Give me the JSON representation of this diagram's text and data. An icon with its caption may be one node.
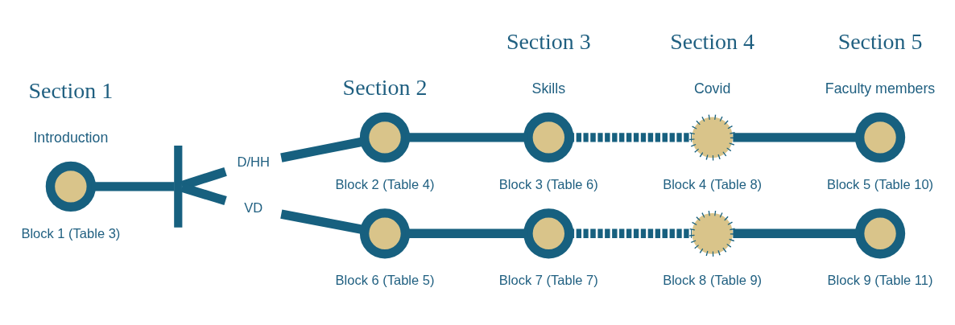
{
  "diagram": {
    "nodes": [
      {
        "text": [],
        "shape": "circle",
        "beside": [
          "Block 1 (Table 3)"
        ]
      },
      {
        "text": [],
        "shape": "bar"
      },
      {
        "text": [
          "D/HH"
        ]
      },
      {
        "text": [
          "VD"
        ]
      },
      {
        "text": [],
        "shape": "circle",
        "beside": [
          "Block 2 (Table 4)"
        ]
      },
      {
        "text": [],
        "shape": "circle",
        "beside": [
          "Block 3 (Table 6)"
        ]
      },
      {
        "text": [],
        "shape": "circle",
        "beside": [
          "Block 4 (Table 8)"
        ]
      },
      {
        "text": [],
        "shape": "circle",
        "beside": [
          "Block 5 (Table 10)"
        ]
      },
      {
        "text": [],
        "shape": "circle",
        "beside": [
          "Block 6 (Table 5)"
        ]
      },
      {
        "text": [],
        "shape": "circle",
        "beside": [
          "Block 7 (Table 7)"
        ]
      },
      {
        "text": [],
        "shape": "circle",
        "beside": [
          "Block 8 (Table 9)"
        ]
      },
      {
        "text": [],
        "shape": "circle",
        "beside": [
          "Block 9 (Table 11)"
        ]
      }
    ],
    "edges": [
      {
        "from": 0,
        "to": 1,
        "arrow": "none"
      },
      {
        "from": 1,
        "to": 2,
        "arrow": "none"
      },
      {
        "from": 1,
        "to": 3,
        "arrow": "none"
      },
      {
        "from": 2,
        "to": 4,
        "arrow": "none"
      },
      {
        "from": 4,
        "to": 5,
        "arrow": "none"
      },
      {
        "from": 5,
        "to": 6,
        "arrow": "none",
        "style": "dashed"
      },
      {
        "from": 6,
        "to": 7,
        "arrow": "none"
      },
      {
        "from": 3,
        "to": 8,
        "arrow": "none"
      },
      {
        "from": 8,
        "to": 9,
        "arrow": "none"
      },
      {
        "from": 9,
        "to": 10,
        "arrow": "none",
        "style": "dashed"
      },
      {
        "from": 10,
        "to": 11,
        "arrow": "none"
      }
    ],
    "labels": [
      "Section 1",
      "Introduction",
      "Section 2",
      "Section 3",
      "Skills",
      "Section 4",
      "Covid",
      "Section 5",
      "Faculty members"
    ]
  }
}
